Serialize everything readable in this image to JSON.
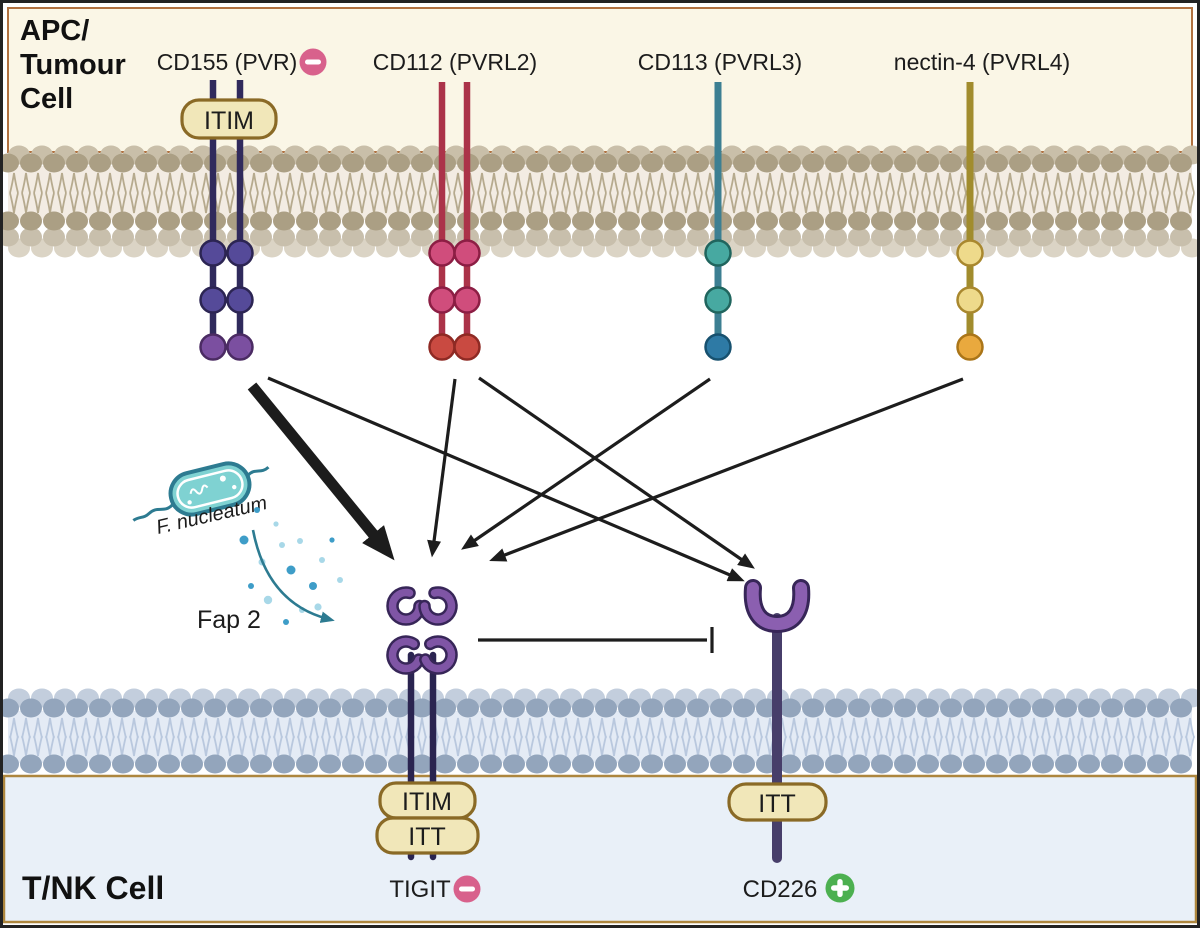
{
  "figure": {
    "apc_cell_label_lines": [
      "APC/",
      "Tumour",
      "Cell"
    ],
    "tnk_cell_label": "T/NK Cell"
  },
  "ligands": [
    {
      "label": "CD155 (PVR)",
      "badge": "minus",
      "motif": "ITIM",
      "color": "#554a99",
      "tip_color": "#7b4fa0"
    },
    {
      "label": "CD112 (PVRL2)",
      "badge": null,
      "motif": null,
      "color": "#d04d7c",
      "tip_color": "#c94a41"
    },
    {
      "label": "CD113 (PVRL3)",
      "badge": null,
      "motif": null,
      "color": "#47a9a1",
      "tip_color": "#2e7aa5"
    },
    {
      "label": "nectin-4 (PVRL4)",
      "badge": null,
      "motif": null,
      "color": "#eeda8b",
      "tip_color": "#e9a93e"
    }
  ],
  "receptors": [
    {
      "label": "TIGIT",
      "badge": "minus",
      "motifs": [
        "ITIM",
        "ITT"
      ]
    },
    {
      "label": "CD226",
      "badge": "plus",
      "motifs": [
        "ITT"
      ]
    }
  ],
  "bacterium": {
    "label": "F. nucleatum",
    "secreted_protein": "Fap 2"
  },
  "interactions": [
    {
      "from": "CD155 (PVR)",
      "to": "TIGIT",
      "style": "strong-arrow"
    },
    {
      "from": "CD155 (PVR)",
      "to": "CD226",
      "style": "arrow"
    },
    {
      "from": "CD112 (PVRL2)",
      "to": "TIGIT",
      "style": "arrow"
    },
    {
      "from": "CD112 (PVRL2)",
      "to": "CD226",
      "style": "arrow"
    },
    {
      "from": "CD113 (PVRL3)",
      "to": "TIGIT",
      "style": "arrow"
    },
    {
      "from": "nectin-4 (PVRL4)",
      "to": "TIGIT",
      "style": "arrow"
    },
    {
      "from": "TIGIT",
      "to": "CD226",
      "style": "inhibition"
    },
    {
      "from": "F. nucleatum",
      "to": "TIGIT",
      "style": "fap2-secretion-arrow"
    }
  ],
  "colors": {
    "apc_region_fill": "#faf6e6",
    "apc_region_border": "#b1713f",
    "tnk_region_fill": "#e9f0f8",
    "tnk_region_border": "#ad863e",
    "membrane_tan_head": "#ab9f84",
    "membrane_blue_head": "#93a5bc",
    "motif_box_fill": "#f1e7b9",
    "motif_box_border": "#8a6a26",
    "inhibitory_badge": "#d8618c",
    "activating_badge": "#4cb050",
    "receptor_purple": "#7f55a5",
    "bacterium_teal": "#7fd2d2",
    "fap2_arrow_teal": "#2d7b91"
  }
}
